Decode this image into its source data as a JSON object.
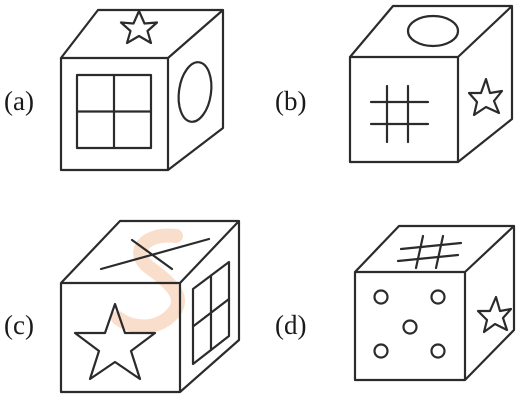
{
  "options": [
    {
      "id": "a",
      "label": "(a)",
      "faces": {
        "front": "four-square-grid-icon",
        "top": "star-icon",
        "side": "circle-icon"
      }
    },
    {
      "id": "b",
      "label": "(b)",
      "faces": {
        "front": "hash-grid-icon",
        "top": "circle-icon",
        "side": "star-icon"
      }
    },
    {
      "id": "c",
      "label": "(c)",
      "faces": {
        "front": "star-icon",
        "top": "diagonal-cross-icon",
        "side": "four-square-grid-icon"
      }
    },
    {
      "id": "d",
      "label": "(d)",
      "faces": {
        "front": "five-dots-icon",
        "top": "hash-grid-icon",
        "side": "star-icon"
      }
    }
  ],
  "colors": {
    "line": "#2b2b2b",
    "watermark": "#f6c3a3",
    "background": "#ffffff"
  }
}
